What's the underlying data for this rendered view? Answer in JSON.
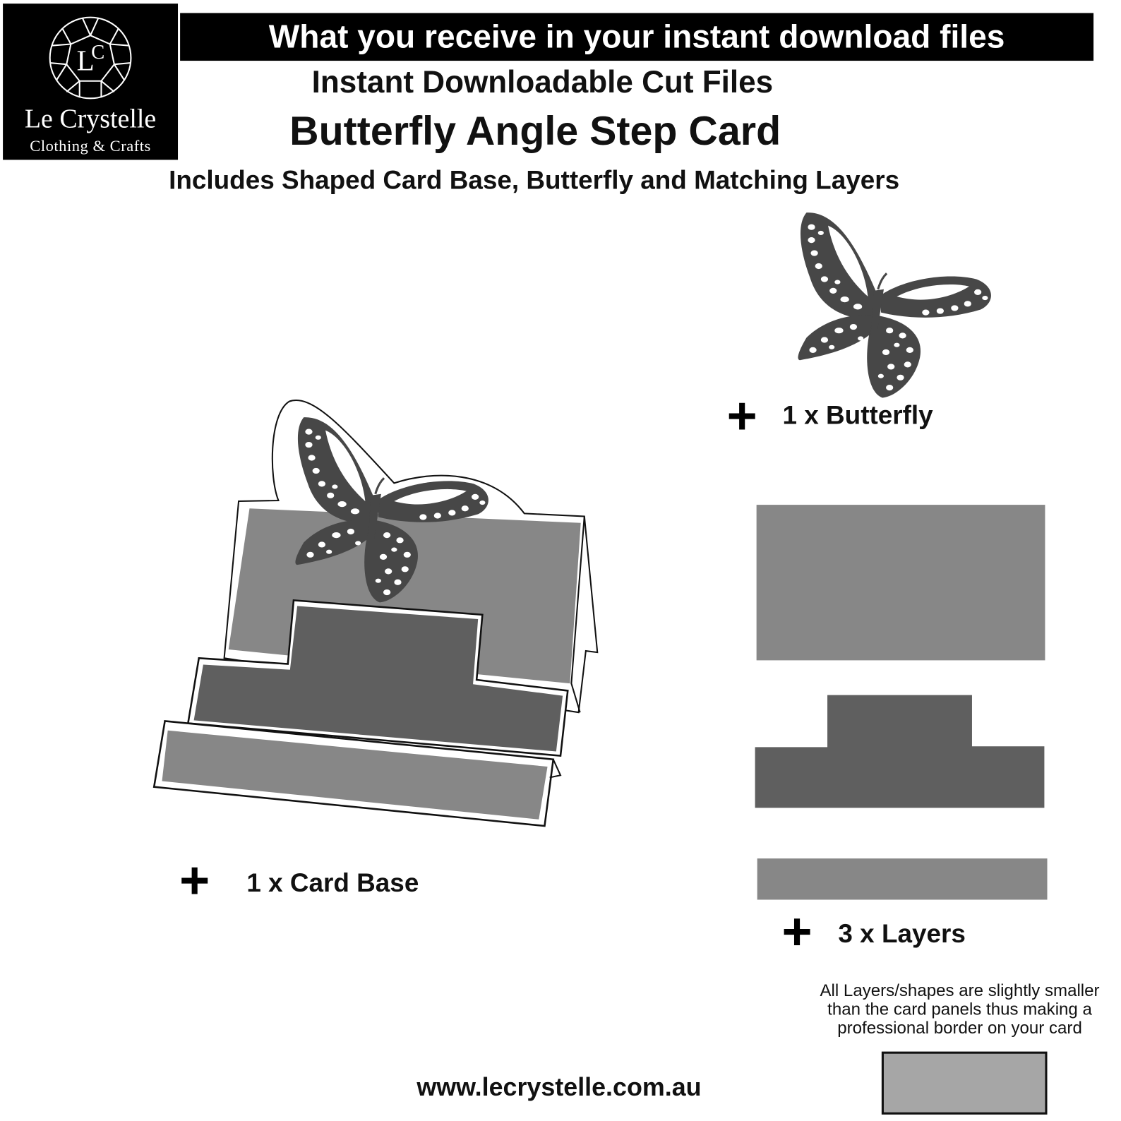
{
  "brand": {
    "name": "Le Crystelle",
    "tagline": "Clothing & Crafts",
    "monogram": "LC"
  },
  "header": {
    "banner": "What you receive in your instant download files"
  },
  "headings": {
    "subtitle": "Instant Downloadable Cut Files",
    "title": "Butterfly Angle Step Card",
    "includes": "Includes Shaped Card Base, Butterfly and Matching Layers"
  },
  "items": {
    "card_base": {
      "plus": "+",
      "label": "1 x Card Base"
    },
    "butterfly": {
      "plus": "+",
      "label": "1 x Butterfly"
    },
    "layers": {
      "plus": "+",
      "label": "3 x Layers"
    }
  },
  "note": {
    "line1": "All Layers/shapes are slightly smaller",
    "line2": "than the card panels thus making a",
    "line3": "professional border on your card"
  },
  "footer": {
    "url": "www.lecrystelle.com.au"
  },
  "colors": {
    "layer_light": "#878787",
    "layer_dark": "#5f5f5f",
    "butterfly": "#474747",
    "swatch": "#a6a6a6"
  }
}
